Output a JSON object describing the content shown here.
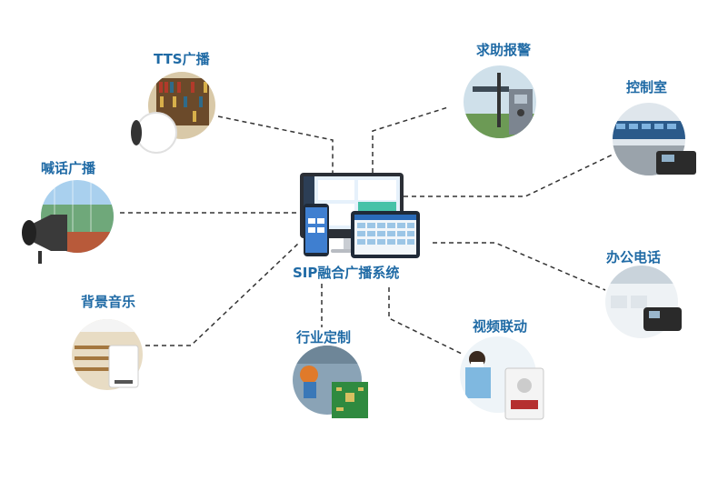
{
  "center": {
    "label": "SIP融合广播系统"
  },
  "nodes": [
    {
      "id": "tts",
      "label": "TTS广播"
    },
    {
      "id": "alarm",
      "label": "求助报警"
    },
    {
      "id": "control",
      "label": "控制室"
    },
    {
      "id": "shout",
      "label": "喊话广播"
    },
    {
      "id": "office",
      "label": "办公电话"
    },
    {
      "id": "bgm",
      "label": "背景音乐"
    },
    {
      "id": "custom",
      "label": "行业定制"
    },
    {
      "id": "video",
      "label": "视频联动"
    }
  ],
  "colors": {
    "label": "#1f6aa5",
    "line": "#333333",
    "screen": "#e6f1fb"
  }
}
